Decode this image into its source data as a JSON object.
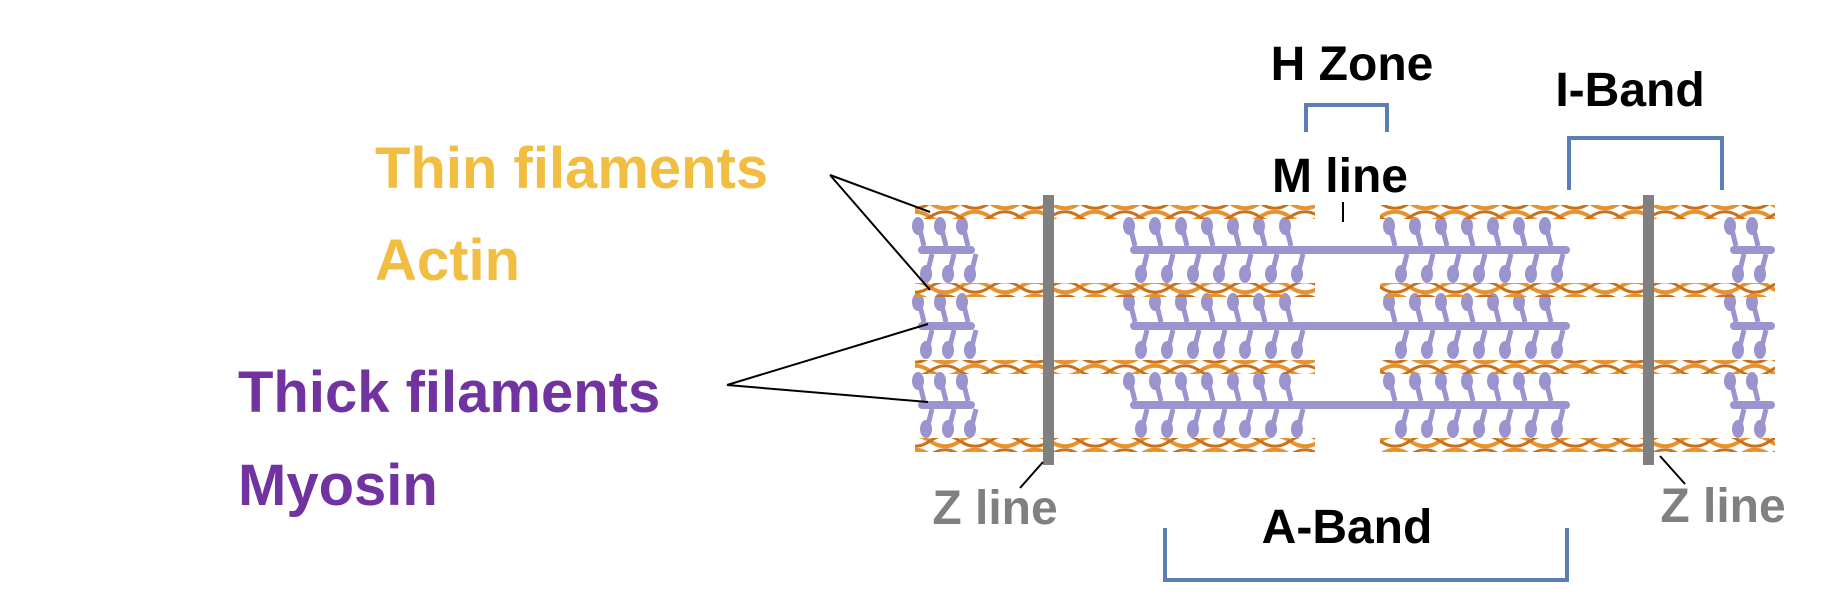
{
  "labels": {
    "thin_filaments": "Thin filaments",
    "actin": "Actin",
    "thick_filaments": "Thick filaments",
    "myosin": "Myosin",
    "h_zone": "H Zone",
    "m_line": "M line",
    "i_band": "I-Band",
    "a_band": "A-Band",
    "z_line_left": "Z line",
    "z_line_right": "Z line"
  },
  "colors": {
    "thin_filament": "#E8922E",
    "thin_label": "#F2BE42",
    "myosin": "#9B95CF",
    "thick_label": "#7033A0",
    "z_line": "#808080",
    "bracket": "#5B7FB5",
    "text_dark": "#000000"
  }
}
